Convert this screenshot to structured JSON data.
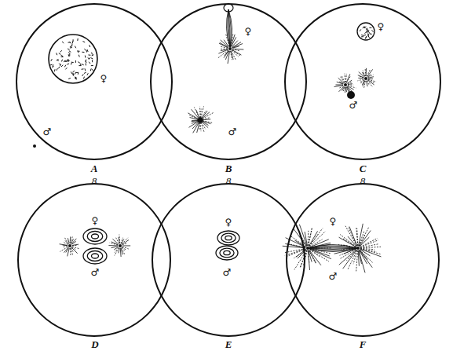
{
  "diagram": {
    "nodes": [
      {
        "text": [
          "♀",
          "♂",
          "A"
        ]
      },
      {
        "text": [
          "♀",
          "♂",
          "B"
        ]
      },
      {
        "text": [
          "♀",
          "♂",
          "C"
        ]
      },
      {
        "text": [
          "♀",
          "♂",
          "D"
        ]
      },
      {
        "text": [
          "♀",
          "♂",
          "E"
        ]
      },
      {
        "text": [
          "♀",
          "♂",
          "F"
        ]
      }
    ],
    "labels": [
      "8",
      "8",
      "8"
    ]
  }
}
